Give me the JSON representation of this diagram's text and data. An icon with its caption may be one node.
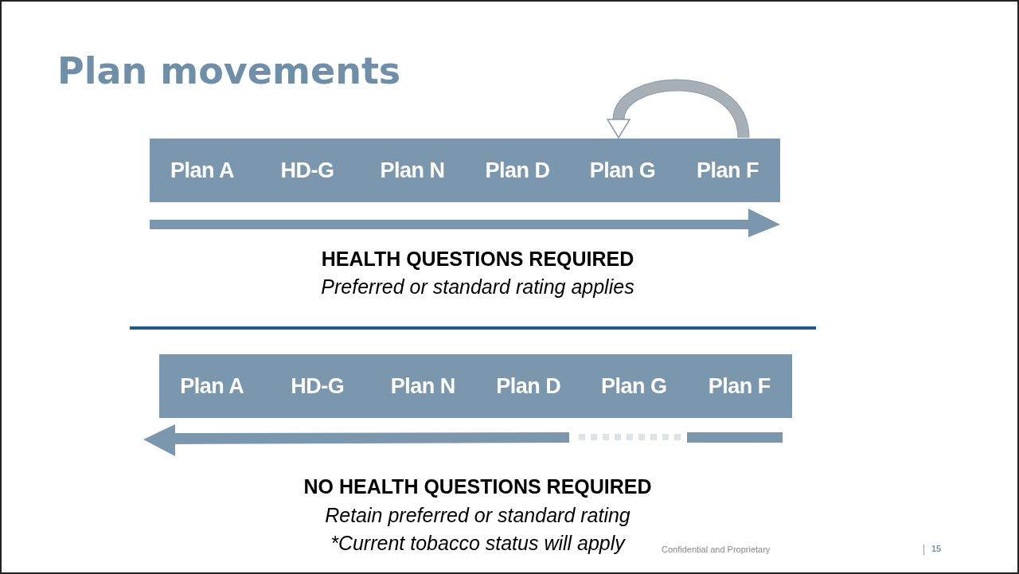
{
  "diagram": {
    "title": "Plan movements",
    "nodes": [
      {
        "text": [
          "Plan A"
        ]
      },
      {
        "text": [
          "HD-G"
        ]
      },
      {
        "text": [
          "Plan N"
        ]
      },
      {
        "text": [
          "Plan D"
        ]
      },
      {
        "text": [
          "Plan G"
        ]
      },
      {
        "text": [
          "Plan F"
        ]
      },
      {
        "text": [
          "Plan A"
        ]
      },
      {
        "text": [
          "HD-G"
        ]
      },
      {
        "text": [
          "Plan N"
        ]
      },
      {
        "text": [
          "Plan D"
        ]
      },
      {
        "text": [
          "Plan G"
        ]
      },
      {
        "text": [
          "Plan F"
        ]
      }
    ],
    "edges": [
      {
        "from": 5,
        "to": 4,
        "arrow": "to"
      }
    ],
    "labels": [
      "HEALTH QUESTIONS REQUIRED",
      "Preferred or standard rating applies",
      "NO HEALTH QUESTIONS REQUIRED",
      "Retain preferred or standard rating",
      "*Current tobacco status will apply",
      "Confidential and Proprietary",
      "15"
    ]
  }
}
